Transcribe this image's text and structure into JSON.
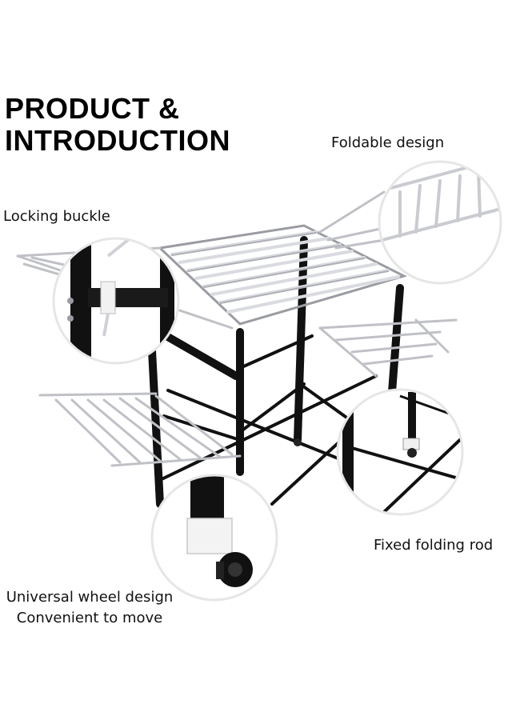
{
  "heading": {
    "line1": "PRODUCT &",
    "line2": "INTRODUCTION"
  },
  "callouts": {
    "foldable": "Foldable design",
    "locking": "Locking buckle",
    "rod": "Fixed folding rod",
    "wheel_line1": "Universal wheel design",
    "wheel_line2": "Convenient to move"
  },
  "colors": {
    "frame": "#111111",
    "rail": "#d9dbe0",
    "rail_edge": "#9a9ca2",
    "circle_border": "#e6e6e6"
  }
}
